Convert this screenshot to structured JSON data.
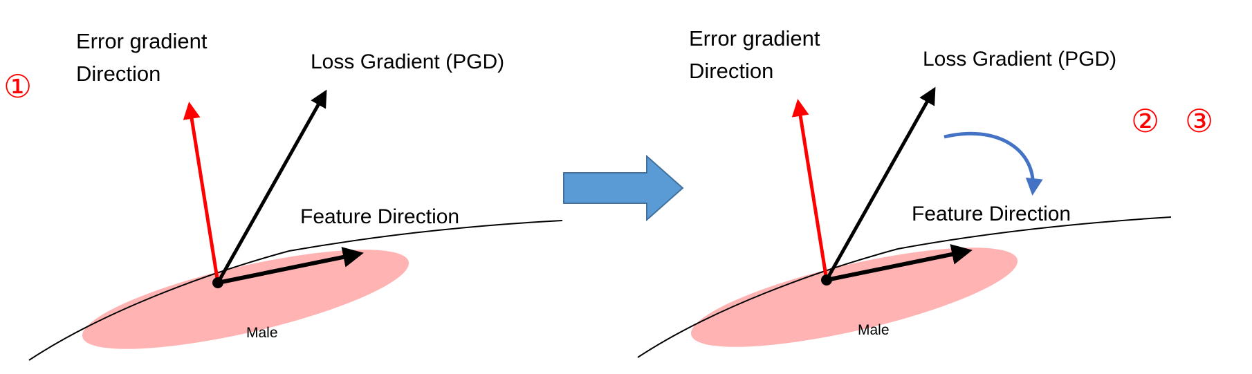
{
  "colors": {
    "error_arrow": "#ff0000",
    "loss_arrow": "#000000",
    "region_fill": "#ffb3b3",
    "transition_arrow": "#5b9bd5",
    "rotation_arrow": "#4472c4",
    "step_marker": "#ff0000"
  },
  "panels": [
    {
      "step_markers": [
        "①"
      ],
      "error_label_line1": "Error gradient",
      "error_label_line2": "Direction",
      "loss_label": "Loss Gradient (PGD)",
      "feature_label": "Feature Direction",
      "region_label": "Male"
    },
    {
      "step_markers": [
        "②",
        "③"
      ],
      "error_label_line1": "Error gradient",
      "error_label_line2": "Direction",
      "loss_label": "Loss Gradient (PGD)",
      "feature_label": "Feature Direction",
      "region_label": "Male"
    }
  ]
}
